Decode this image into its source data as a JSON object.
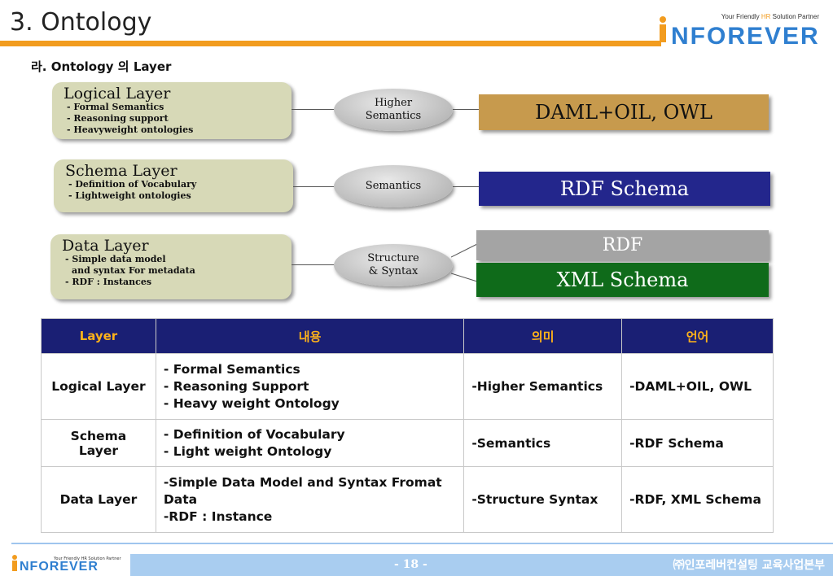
{
  "header": {
    "title": "3. Ontology",
    "subtitle": "라. Ontology 의 Layer",
    "logo_tagline_pre": "Your Friendly ",
    "logo_tagline_hr": "HR",
    "logo_tagline_post": " Solution Partner",
    "logo_word": "NFOREVER"
  },
  "diagram": {
    "layers": [
      {
        "name": "Logical Layer",
        "items": [
          "- Formal Semantics",
          "- Reasoning support",
          "- Heavyweight ontologies"
        ]
      },
      {
        "name": "Schema Layer",
        "items": [
          "- Definition of Vocabulary",
          "- Lightweight ontologies"
        ]
      },
      {
        "name": "Data Layer",
        "items": [
          "- Simple data model",
          "and syntax For metadata",
          "- RDF : Instances"
        ]
      }
    ],
    "ovals": [
      {
        "line1": "Higher",
        "line2": "Semantics"
      },
      {
        "line1": "Semantics",
        "line2": ""
      },
      {
        "line1": "Structure",
        "line2": "& Syntax"
      }
    ],
    "languages": [
      {
        "label": "DAML+OIL, OWL",
        "color": "#c79a4d",
        "text_color": "#111111"
      },
      {
        "label": "RDF Schema",
        "color": "#23268c",
        "text_color": "#ffffff"
      },
      {
        "label": "RDF",
        "color": "#a4a4a4",
        "text_color": "#ffffff"
      },
      {
        "label": "XML Schema",
        "color": "#0f6b1a",
        "text_color": "#ffffff"
      }
    ]
  },
  "table": {
    "headers": [
      "Layer",
      "내용",
      "의미",
      "언어"
    ],
    "rows": [
      {
        "layer": "Logical Layer",
        "content": [
          "- Formal Semantics",
          "- Reasoning Support",
          "- Heavy weight Ontology"
        ],
        "meaning": "-Higher Semantics",
        "language": "-DAML+OIL, OWL"
      },
      {
        "layer": "Schema Layer",
        "content": [
          "- Definition of Vocabulary",
          "- Light weight Ontology"
        ],
        "meaning": "-Semantics",
        "language": "-RDF Schema"
      },
      {
        "layer": "Data Layer",
        "content": [
          "-Simple Data Model and Syntax Fromat",
          "Data",
          "-RDF : Instance"
        ],
        "meaning": "-Structure Syntax",
        "language": "-RDF, XML Schema"
      }
    ]
  },
  "footer": {
    "page": "- 18 -",
    "org": "㈜인포레버컨설팅 교육사업본부",
    "logo_tagline": "Your Friendly HR Solution Partner",
    "logo_word": "NFOREVER"
  },
  "colors": {
    "accent_orange": "#f29c1f",
    "table_header_bg": "#1a1f74",
    "table_header_text": "#ffb21a",
    "footer_bar": "#a9cdf0"
  }
}
